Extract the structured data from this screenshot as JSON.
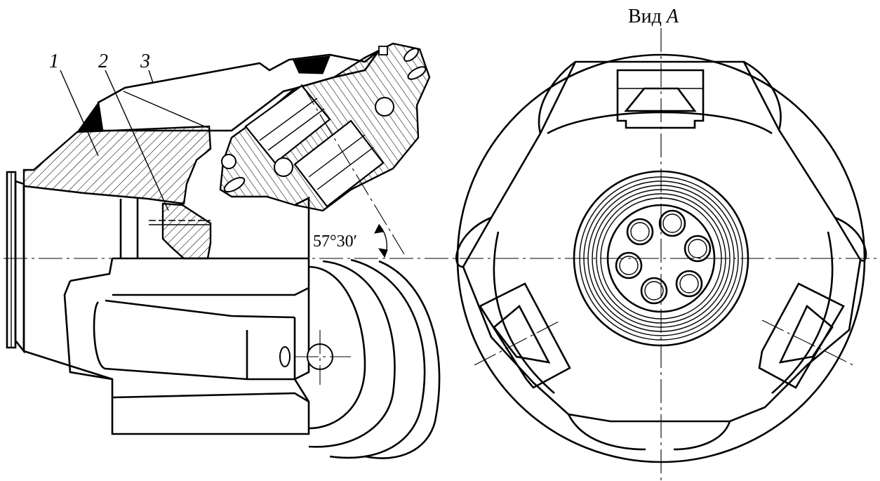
{
  "callouts": [
    {
      "id": "1",
      "label": "1"
    },
    {
      "id": "2",
      "label": "2"
    },
    {
      "id": "3",
      "label": "3"
    }
  ],
  "view_label": {
    "prefix": "Вид ",
    "letter": "А"
  },
  "angle_label": "57°30′",
  "colors": {
    "ink": "#000000",
    "paper": "#ffffff"
  }
}
